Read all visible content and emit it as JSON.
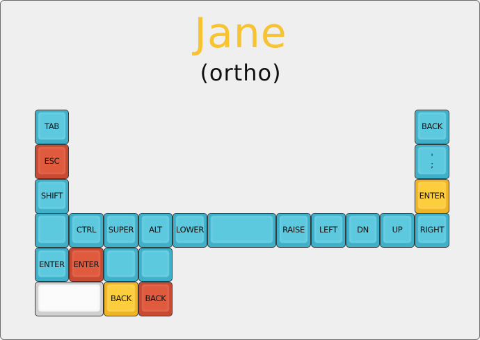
{
  "title": "Jane",
  "subtitle": "(ortho)",
  "colors": {
    "background": "#efefef",
    "title": "#f7c331",
    "key_blue": "#5cc9df",
    "key_red": "#e05a3e",
    "key_yellow": "#fccd3d",
    "key_white": "#fbfbfb"
  },
  "keys": {
    "tab": "TAB",
    "esc": "ESC",
    "shift": "SHIFT",
    "bottom_left_blank": "",
    "ctrl": "CTRL",
    "super": "SUPER",
    "alt": "ALT",
    "lower": "LOWER",
    "space": "",
    "raise": "RAISE",
    "left": "LEFT",
    "dn": "DN",
    "up": "UP",
    "right": "RIGHT",
    "enter_blue": "ENTER",
    "enter_red": "ENTER",
    "blank_1": "",
    "blank_2": "",
    "white_wide": "",
    "back_yellow": "BACK",
    "back_red": "BACK",
    "back_top_right": "BACK",
    "quote": "'\n;",
    "enter_yellow": "ENTER"
  }
}
